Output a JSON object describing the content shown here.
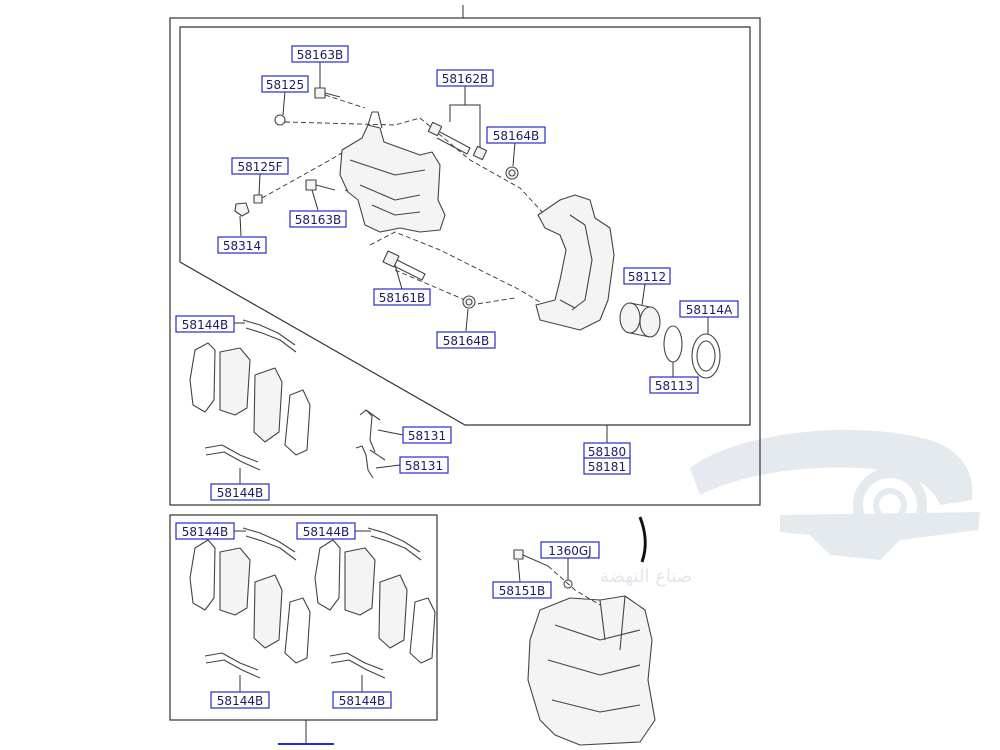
{
  "callouts": {
    "c58163B_top": "58163B",
    "c58125": "58125",
    "c58162B": "58162B",
    "c58164B_top": "58164B",
    "c58125F": "58125F",
    "c58163B_mid": "58163B",
    "c58314": "58314",
    "c58161B": "58161B",
    "c58164B_low": "58164B",
    "c58112": "58112",
    "c58114A": "58114A",
    "c58113": "58113",
    "c58144B_a": "58144B",
    "c58144B_b": "58144B",
    "c58131_a": "58131",
    "c58131_b": "58131",
    "c58180": "58180",
    "c58181": "58181",
    "c58144B_c": "58144B",
    "c58144B_d": "58144B",
    "c58144B_e": "58144B",
    "c58144B_f": "58144B",
    "c1360GJ": "1360GJ",
    "c58151B": "58151B"
  },
  "watermark": {
    "text": "صناع النهضة"
  }
}
